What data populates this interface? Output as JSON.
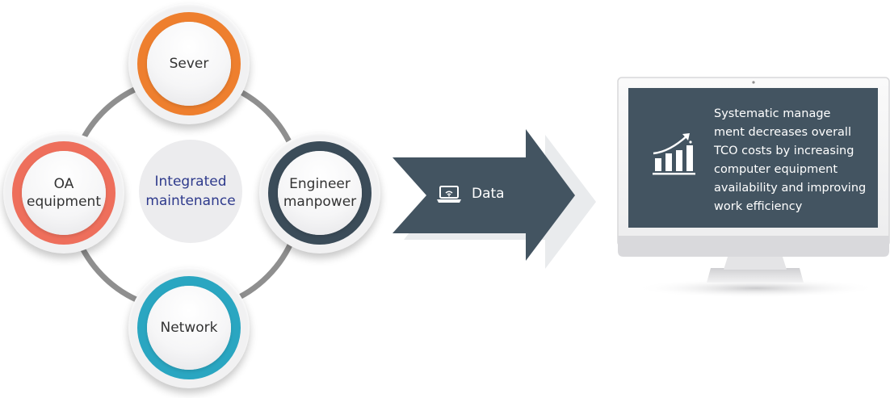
{
  "diagram": {
    "center_label": "Integrated maintenance",
    "nodes": {
      "top": {
        "label": "Sever",
        "color": "#ee7f2e"
      },
      "right": {
        "label": "Engineer manpower",
        "color": "#3b4c59"
      },
      "bottom": {
        "label": "Network",
        "color": "#2aa6c1"
      },
      "left": {
        "label": "OA equipment",
        "color": "#ee6f5c"
      }
    },
    "ring_color": "#8f8f8f",
    "center_text_color": "#2e3a8c"
  },
  "arrow": {
    "label": "Data",
    "icon": "laptop-wifi-icon",
    "color": "#435461",
    "shadow_color": "#e9ebed"
  },
  "monitor": {
    "screen_text": "Systematic manage ment decreases overall TCO costs by increasing computer equipment availability and improving work efficiency",
    "screen_text_lines": [
      "Systematic manage",
      "ment decreases overall",
      "TCO costs by increasing",
      "computer equipment",
      "availability and improving",
      "work efficiency"
    ],
    "icon": "growth-chart-icon",
    "screen_color": "#435461"
  }
}
